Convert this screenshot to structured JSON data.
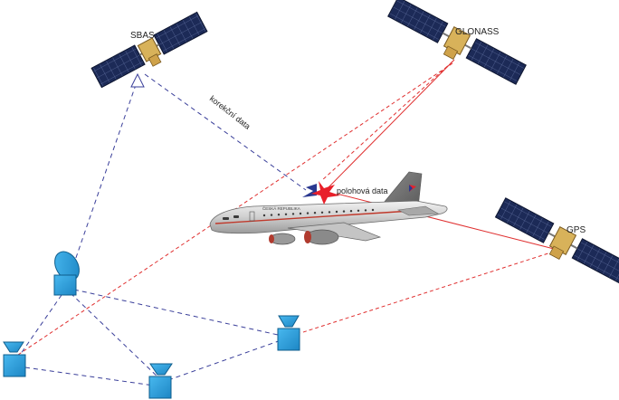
{
  "satellites": {
    "sbas": "SBAS",
    "glonass": "GLONASS",
    "gps": "GPS"
  },
  "labels": {
    "correction_data": "korekční data",
    "position_data": "polohová data"
  },
  "aircraft": {
    "livery_text": "ČESKÁ REPUBLIKA"
  },
  "colors": {
    "blue_link": "#3a3f9a",
    "red_link": "#e03030",
    "ground_station": "#2ba3e0",
    "solar_panel": "#1c2a57",
    "fuselage": "#d9d9d9",
    "star_red": "#e8202a",
    "star_blue": "#2b3990"
  }
}
